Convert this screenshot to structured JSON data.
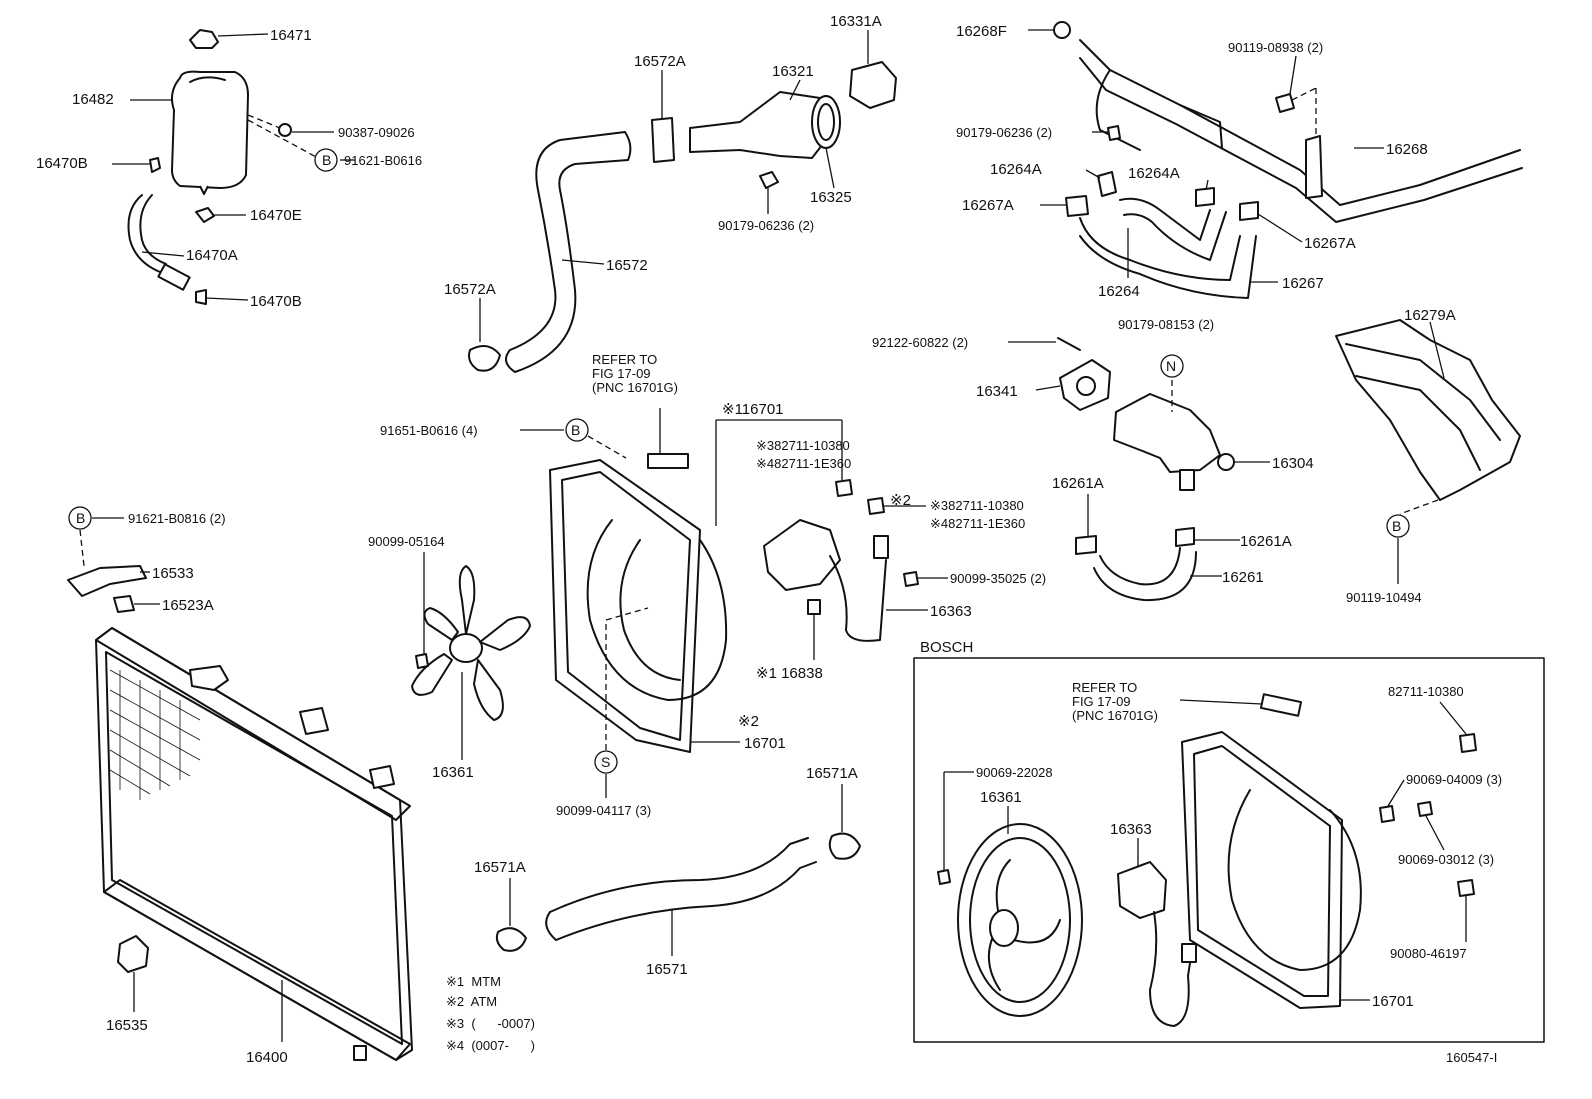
{
  "diagram_id": "160547-I",
  "notes": {
    "n1": "※1  MTM",
    "n2": "※2  ATM",
    "n3": "※3  (      -0007)",
    "n4": "※4  (0007-      )"
  },
  "bosch_box_title": "BOSCH",
  "refer": {
    "main": [
      "REFER TO",
      "FIG 17-09",
      "(PNC 16701G)"
    ],
    "bosch": [
      "REFER TO",
      "FIG 17-09",
      "(PNC 16701G)"
    ]
  },
  "markers": {
    "B": "B",
    "N": "N",
    "S": "S"
  },
  "parts": {
    "p16471": "16471",
    "p16482": "16482",
    "p90387_09026": "90387-09026",
    "p91621_B0616": "91621-B0616",
    "p16470B_a": "16470B",
    "p16470E": "16470E",
    "p16470A": "16470A",
    "p16470B_b": "16470B",
    "p16572A_top": "16572A",
    "p16321": "16321",
    "p16331A": "16331A",
    "p16325": "16325",
    "p90179_06236_a": "90179-06236 (2)",
    "p16572": "16572",
    "p16572A_bot": "16572A",
    "p16268F": "16268F",
    "p90119_08938": "90119-08938 (2)",
    "p90179_06236_b": "90179-06236 (2)",
    "p16268": "16268",
    "p16264A_a": "16264A",
    "p16264A_b": "16264A",
    "p16267A_a": "16267A",
    "p16267A_b": "16267A",
    "p16264": "16264",
    "p16267": "16267",
    "p92122_60822": "92122-60822 (2)",
    "p90179_08153": "90179-08153 (2)",
    "p16279A": "16279A",
    "p16341": "16341",
    "p16304": "16304",
    "p16261A_a": "16261A",
    "p16261A_b": "16261A",
    "p16261": "16261",
    "p90119_10494": "90119-10494",
    "p91651_B0616": "91651-B0616 (4)",
    "p116701": "※116701",
    "p82711_10380_a": "※382711-10380",
    "p82711_1E360_a": "※482711-1E360",
    "p_star2": "※2",
    "p82711_10380_b": "※382711-10380",
    "p82711_1E360_b": "※482711-1E360",
    "p90099_35025": "90099-35025 (2)",
    "p16363_main": "16363",
    "p16838": "※1 16838",
    "p91621_B0816": "91621-B0816 (2)",
    "p16533": "16533",
    "p16523A": "16523A",
    "p90099_05164": "90099-05164",
    "p16361_main": "16361",
    "p16701_main": "16701",
    "p16701_star2": "※2",
    "p90099_04117": "90099-04117 (3)",
    "p16571A_a": "16571A",
    "p16571A_b": "16571A",
    "p16571": "16571",
    "p16535": "16535",
    "p16400": "16400",
    "b82711_10380": "82711-10380",
    "b90069_22028": "90069-22028",
    "b16361": "16361",
    "b16363": "16363",
    "b90069_04009": "90069-04009 (3)",
    "b90069_03012": "90069-03012 (3)",
    "b90080_46197": "90080-46197",
    "b16701": "16701"
  }
}
